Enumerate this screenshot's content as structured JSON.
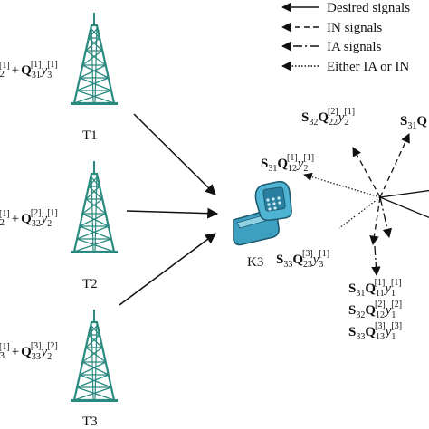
{
  "legend": [
    {
      "style": "solid",
      "label": "Desired signals"
    },
    {
      "style": "dashed",
      "label": "IN signals"
    },
    {
      "style": "dash-dot",
      "label": "IA signals"
    },
    {
      "style": "dotted",
      "label": "Either IA or IN"
    }
  ],
  "transmitters": [
    {
      "label": "T1",
      "expr_tail": "2",
      "q": "Q",
      "q_sub": "31",
      "q_sup": "1",
      "y": "y",
      "y_sub": "3",
      "y_sup": "1",
      "lead_sup": "1"
    },
    {
      "label": "T2",
      "expr_tail": "2",
      "q": "Q",
      "q_sub": "32",
      "q_sup": "2",
      "y": "y",
      "y_sub": "2",
      "y_sup": "1",
      "lead_sup": "1"
    },
    {
      "label": "T3",
      "expr_tail": "3",
      "q": "Q",
      "q_sub": "33",
      "q_sup": "3",
      "y": "y",
      "y_sub": "2",
      "y_sup": "2",
      "lead_sup": "1"
    }
  ],
  "receiver": {
    "label": "K3"
  },
  "signal_terms": {
    "s32_q22_y2": {
      "S": "S",
      "S_sub": "32",
      "Q": "Q",
      "Q_sub": "22",
      "Q_sup": "2",
      "y": "y",
      "y_sub": "2",
      "y_sup": "1"
    },
    "s31_q": {
      "S": "S",
      "S_sub": "31",
      "Q": "Q"
    },
    "s31_q12_y2": {
      "S": "S",
      "S_sub": "31",
      "Q": "Q",
      "Q_sub": "12",
      "Q_sup": "1",
      "y": "y",
      "y_sub": "2",
      "y_sup": "1"
    },
    "s33_q23_y3": {
      "S": "S",
      "S_sub": "33",
      "Q": "Q",
      "Q_sub": "23",
      "Q_sup": "3",
      "y": "y",
      "y_sub": "3",
      "y_sup": "1"
    },
    "s31_q11_y1": {
      "S": "S",
      "S_sub": "31",
      "Q": "Q",
      "Q_sub": "11",
      "Q_sup": "1",
      "y": "y",
      "y_sub": "1",
      "y_sup": "1"
    },
    "s32_q12_y1": {
      "S": "S",
      "S_sub": "32",
      "Q": "Q",
      "Q_sub": "12",
      "Q_sup": "2",
      "y": "y",
      "y_sub": "1",
      "y_sup": "2"
    },
    "s33_q13_y1": {
      "S": "S",
      "S_sub": "33",
      "Q": "Q",
      "Q_sub": "13",
      "Q_sup": "3",
      "y": "y",
      "y_sub": "1",
      "y_sup": "3"
    }
  }
}
